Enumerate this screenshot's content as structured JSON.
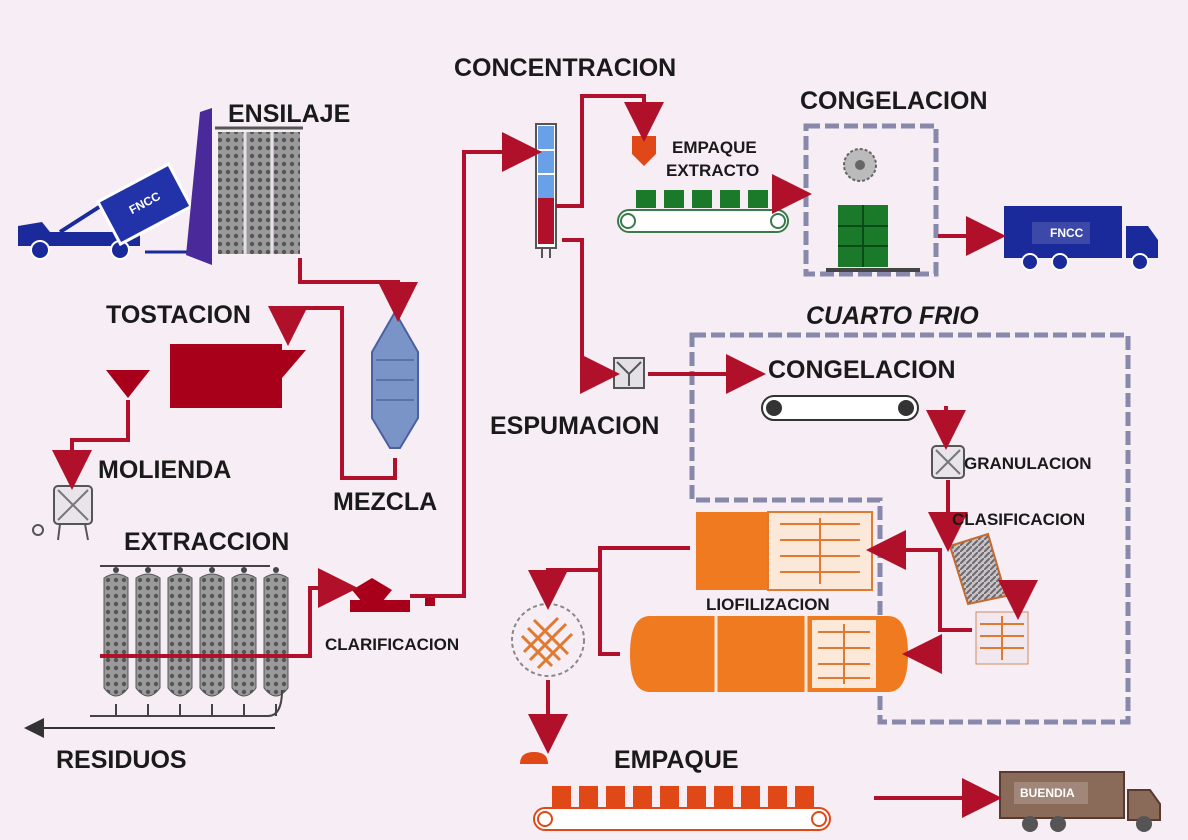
{
  "labels": {
    "ensilaje": "ENSILAJE",
    "tostacion": "TOSTACION",
    "molienda": "MOLIENDA",
    "mezcla": "MEZCLA",
    "extraccion": "EXTRACCION",
    "residuos": "RESIDUOS",
    "clarificacion": "CLARIFICACION",
    "concentracion": "CONCENTRACION",
    "empaque_extracto_1": "EMPAQUE",
    "empaque_extracto_2": "EXTRACTO",
    "congelacion_top": "CONGELACION",
    "cuarto_frio": "CUARTO FRIO",
    "congelacion_mid": "CONGELACION",
    "espumacion": "ESPUMACION",
    "granulacion": "GRANULACION",
    "clasificacion": "CLASIFICACION",
    "liofilizacion": "LIOFILIZACION",
    "empaque": "EMPAQUE"
  },
  "trucks": {
    "left_cargo": "FNCC",
    "right_top": "FNCC",
    "right_bottom": "BUENDIA"
  },
  "colors": {
    "pipe": "#b0102a",
    "equipment_dark_red": "#a8001a",
    "orange": "#f07a20",
    "green": "#1a7a2a",
    "blue": "#1a2a9a",
    "grey_dashed": "#8888aa",
    "background": "#f6eef4"
  }
}
